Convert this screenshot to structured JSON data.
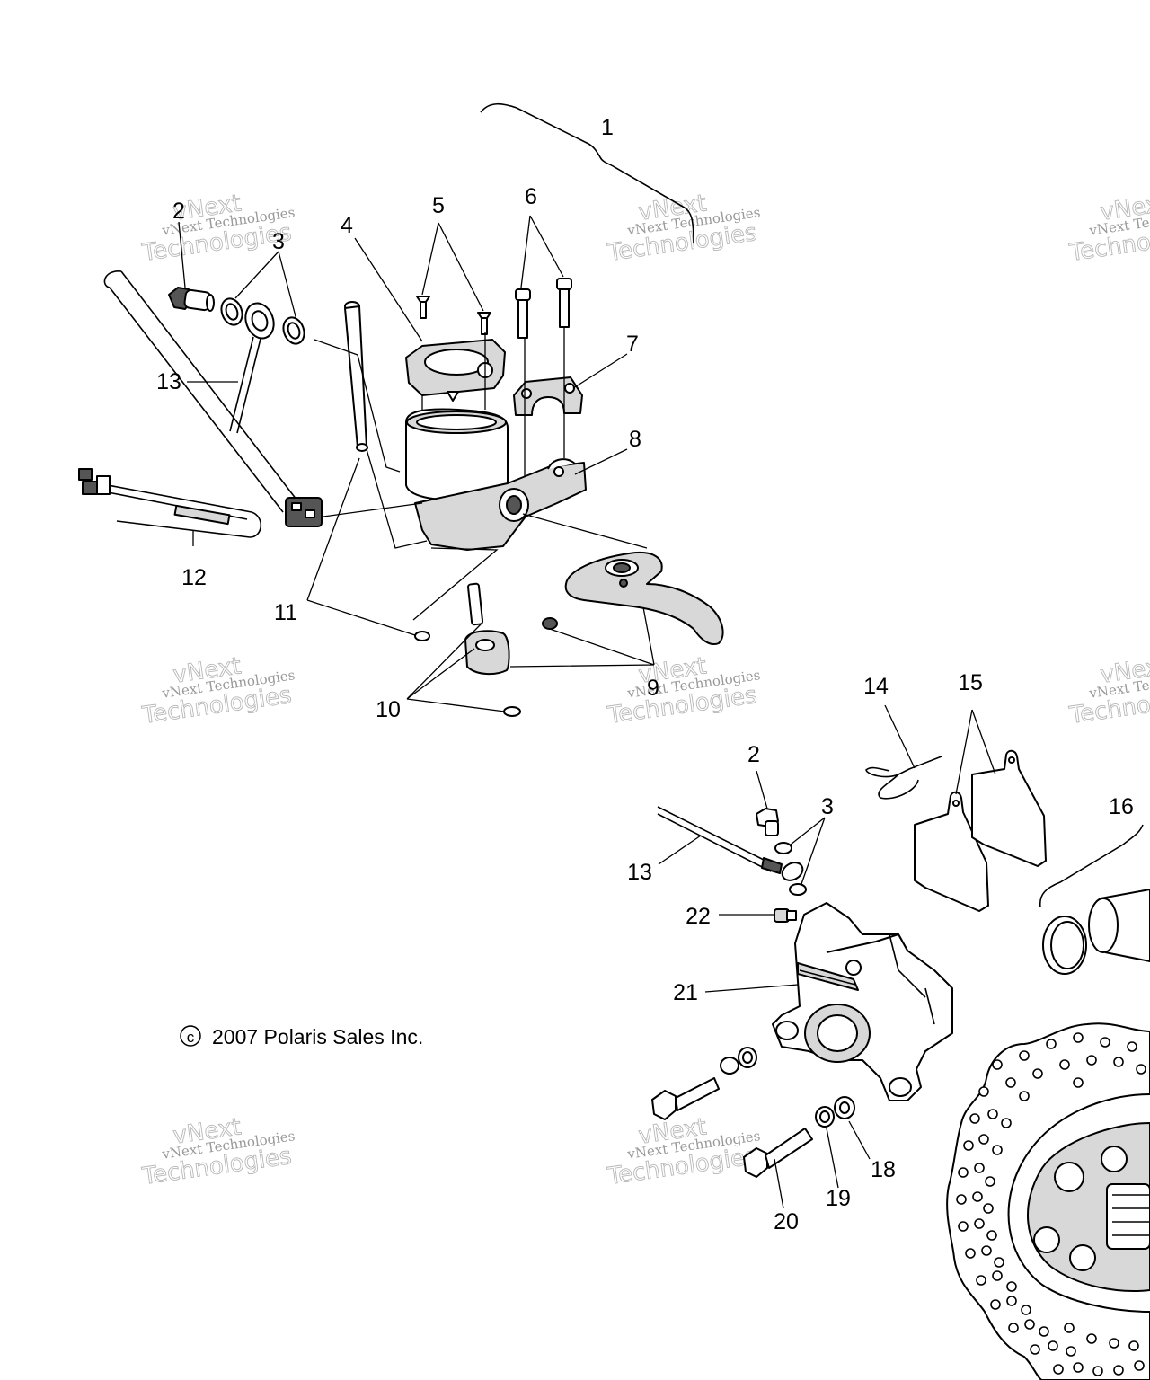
{
  "copyright": {
    "symbol": "c",
    "text": "2007 Polaris Sales Inc."
  },
  "watermark": {
    "line1": "vNext",
    "line2": "vNext Technologies",
    "line3": "Technologies"
  },
  "callouts": [
    {
      "id": "c1",
      "label": "1"
    },
    {
      "id": "c2a",
      "label": "2"
    },
    {
      "id": "c3a",
      "label": "3"
    },
    {
      "id": "c4",
      "label": "4"
    },
    {
      "id": "c5",
      "label": "5"
    },
    {
      "id": "c6",
      "label": "6"
    },
    {
      "id": "c7",
      "label": "7"
    },
    {
      "id": "c8",
      "label": "8"
    },
    {
      "id": "c9",
      "label": "9"
    },
    {
      "id": "c10",
      "label": "10"
    },
    {
      "id": "c11",
      "label": "11"
    },
    {
      "id": "c12",
      "label": "12"
    },
    {
      "id": "c13a",
      "label": "13"
    },
    {
      "id": "c14",
      "label": "14"
    },
    {
      "id": "c15",
      "label": "15"
    },
    {
      "id": "c16",
      "label": "16"
    },
    {
      "id": "c2b",
      "label": "2"
    },
    {
      "id": "c3b",
      "label": "3"
    },
    {
      "id": "c13b",
      "label": "13"
    },
    {
      "id": "c22",
      "label": "22"
    },
    {
      "id": "c21",
      "label": "21"
    },
    {
      "id": "c18",
      "label": "18"
    },
    {
      "id": "c19",
      "label": "19"
    },
    {
      "id": "c20",
      "label": "20"
    }
  ]
}
